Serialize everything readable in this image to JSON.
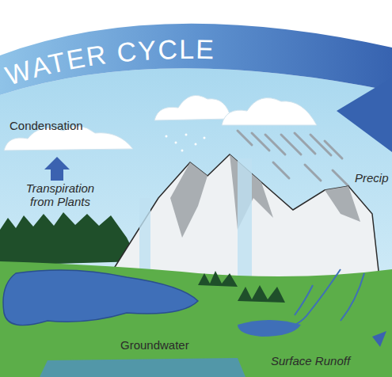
{
  "diagram": {
    "title": "WATER CYCLE",
    "labels": [
      "Condensation",
      "Transpiration from Plants",
      "Precip",
      "Groundwater",
      "Surface Runoff"
    ]
  }
}
